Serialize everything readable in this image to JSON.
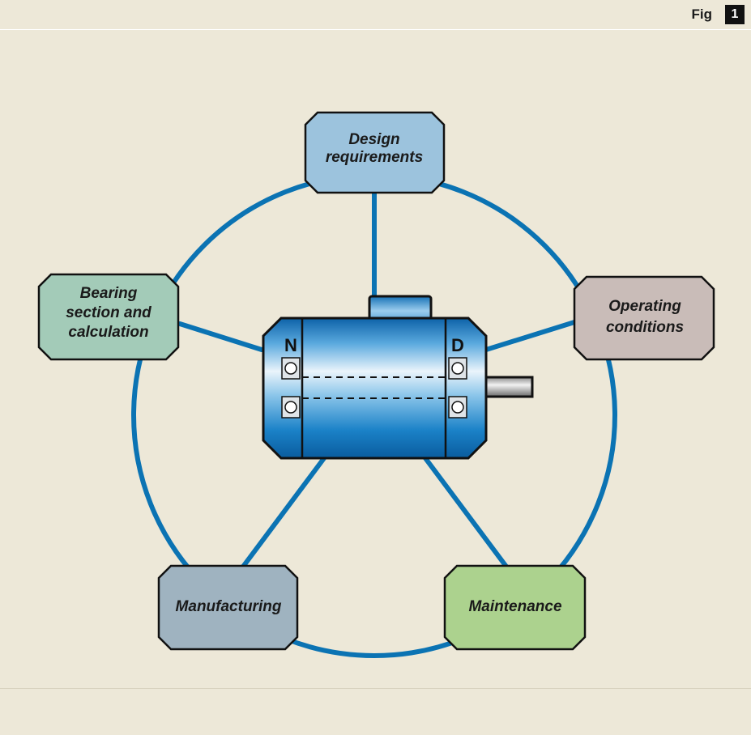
{
  "header": {
    "fig_label": "Fig",
    "fig_number": "1"
  },
  "colors": {
    "background": "#ede8d8",
    "ring": "#0b73b3",
    "design_box": "#9cc3dd",
    "operating_box": "#c9bcb8",
    "maintenance_box": "#acd28e",
    "manufacturing_box": "#9fb3c0",
    "bearing_box": "#a3cbb8",
    "motor_body": "#0a6fb8"
  },
  "nodes": {
    "design": {
      "line1": "Design",
      "line2": "requirements"
    },
    "operating": {
      "line1": "Operating",
      "line2": "conditions"
    },
    "maintenance": {
      "line1": "Maintenance"
    },
    "manufacturing": {
      "line1": "Manufacturing"
    },
    "bearing": {
      "line1": "Bearing",
      "line2": "section and",
      "line3": "calculation"
    }
  },
  "motor": {
    "non_drive_end": "N",
    "drive_end": "D"
  }
}
